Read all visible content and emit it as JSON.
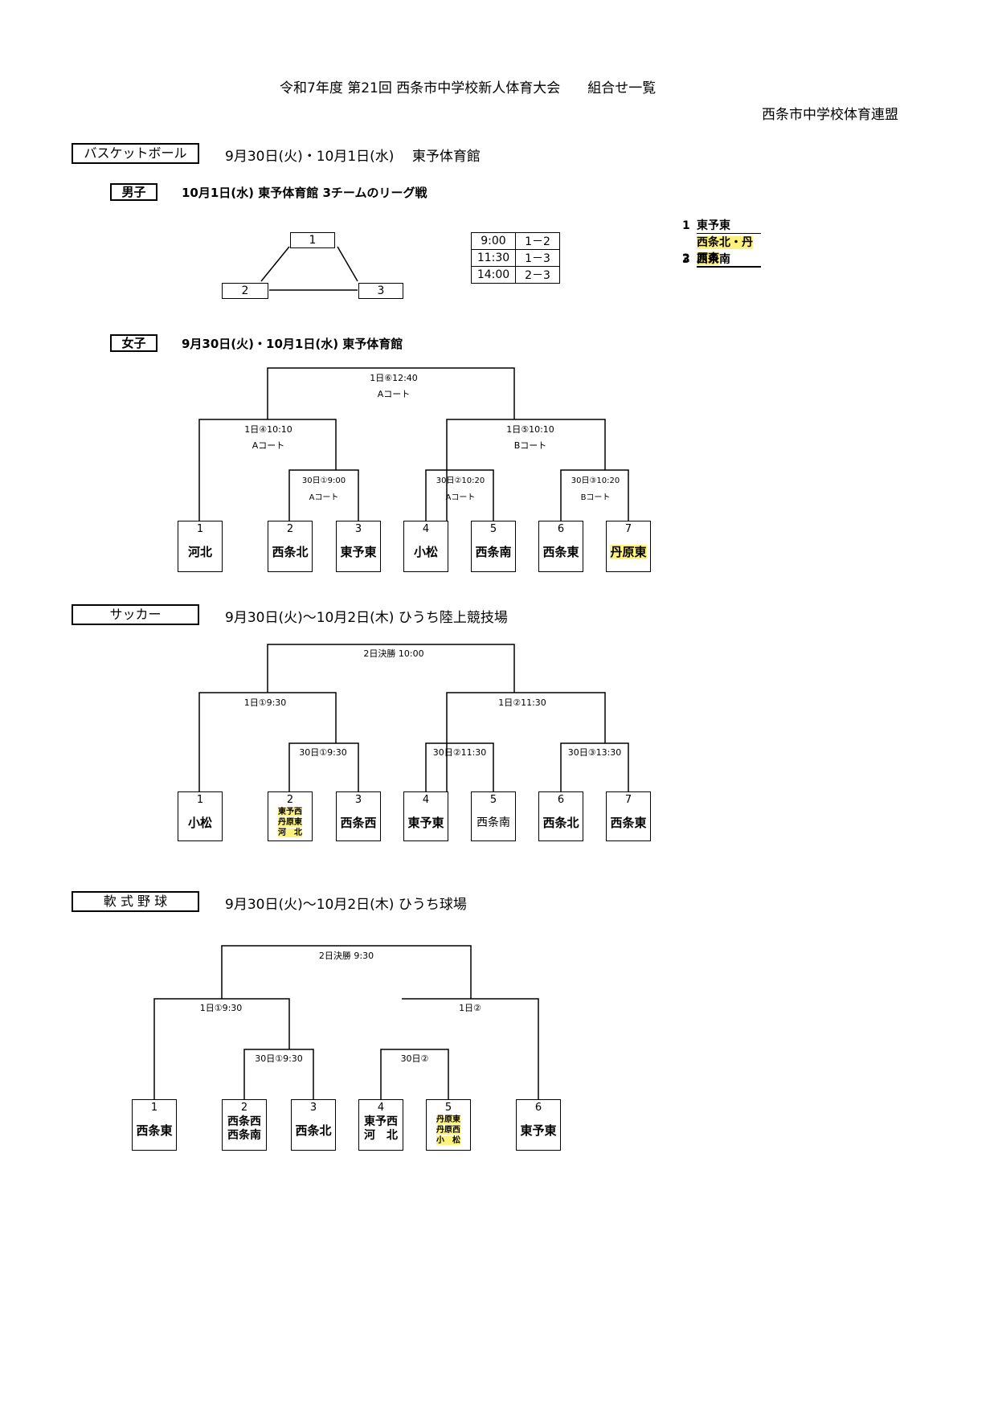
{
  "header": {
    "title": "令和7年度  第21回  西条市中学校新人体育大会　　組合せ一覧",
    "org": "西条市中学校体育連盟"
  },
  "basketball": {
    "label": "バスケットボール",
    "info": "9月30日(火)・10月1日(水)　 東予体育館",
    "boys": {
      "label": "男子",
      "info": "10月1日(水)  東予体育館  3チームのリーグ戦",
      "nodes": [
        "1",
        "2",
        "3"
      ],
      "schedule": [
        {
          "time": "9:00",
          "match": "1－2"
        },
        {
          "time": "11:30",
          "match": "1－3"
        },
        {
          "time": "14:00",
          "match": "2－3"
        }
      ],
      "ranking": [
        {
          "n": "1",
          "team": "東予東"
        },
        {
          "n": "2",
          "team": "西条北・丹原東"
        },
        {
          "n": "3",
          "team": "西条南"
        }
      ]
    },
    "girls": {
      "label": "女子",
      "info": "9月30日(火)・10月1日(水)  東予体育館",
      "matches": {
        "final": [
          "1日⑥12:40",
          "Aコート"
        ],
        "semi_left": [
          "1日④10:10",
          "Aコート"
        ],
        "semi_right": [
          "1日⑤10:10",
          "Bコート"
        ],
        "q1": [
          "30日①9:00",
          "Aコート"
        ],
        "q2": [
          "30日②10:20",
          "Aコート"
        ],
        "q3": [
          "30日③10:20",
          "Bコート"
        ]
      },
      "teams": [
        {
          "n": "1",
          "name": "河北"
        },
        {
          "n": "2",
          "name": "西条北"
        },
        {
          "n": "3",
          "name": "東予東"
        },
        {
          "n": "4",
          "name": "小松"
        },
        {
          "n": "5",
          "name": "西条南"
        },
        {
          "n": "6",
          "name": "西条東"
        },
        {
          "n": "7",
          "name": "丹原東"
        }
      ]
    }
  },
  "soccer": {
    "label": "サッカー",
    "info": "9月30日(火)～10月2日(木)  ひうち陸上競技場",
    "matches": {
      "final": "2日決勝  10:00",
      "semi_left": "1日①9:30",
      "semi_right": "1日②11:30",
      "q1": "30日①9:30",
      "q2": "30日②11:30",
      "q3": "30日③13:30"
    },
    "teams": [
      {
        "n": "1",
        "name": "小松"
      },
      {
        "n": "2",
        "lines": [
          "東予西",
          "丹原東",
          "河　北"
        ]
      },
      {
        "n": "3",
        "name": "西条西"
      },
      {
        "n": "4",
        "name": "東予東"
      },
      {
        "n": "5",
        "name": "西条南"
      },
      {
        "n": "6",
        "name": "西条北"
      },
      {
        "n": "7",
        "name": "西条東"
      }
    ]
  },
  "baseball": {
    "label": "軟 式 野 球",
    "info": "9月30日(火)～10月2日(木)  ひうち球場",
    "matches": {
      "final": "2日決勝  9:30",
      "semi_left": "1日①9:30",
      "semi_right": "1日②",
      "q1": "30日①9:30",
      "q2": "30日②"
    },
    "teams": [
      {
        "n": "1",
        "name": "西条東"
      },
      {
        "n": "2",
        "lines": [
          "西条西",
          "西条南"
        ]
      },
      {
        "n": "3",
        "name": "西条北"
      },
      {
        "n": "4",
        "lines": [
          "東予西",
          "河　北"
        ]
      },
      {
        "n": "5",
        "lines": [
          "丹原東",
          "丹原西",
          "小　松"
        ]
      },
      {
        "n": "6",
        "name": "東予東"
      }
    ]
  },
  "colors": {
    "highlight": "#fff27a"
  }
}
